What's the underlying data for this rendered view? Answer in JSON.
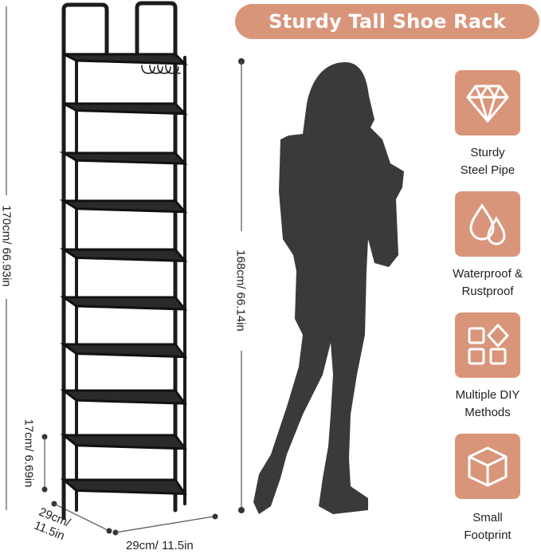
{
  "title": "Sturdy Tall Shoe Rack",
  "dimensions": {
    "rack_height": "170cm/ 66.93in",
    "person_height": "168cm/ 66.14in",
    "shelf_gap": "17cm/ 6.69in",
    "depth": "29cm/ 11.5in",
    "width": "29cm/ 11.5in"
  },
  "features": [
    {
      "icon": "diamond-icon",
      "line1": "Sturdy",
      "line2": "Steel Pipe"
    },
    {
      "icon": "water-drops-icon",
      "line1": "Waterproof &",
      "line2": "Rustproof"
    },
    {
      "icon": "diy-shapes-icon",
      "line1": "Multiple DIY",
      "line2": "Methods"
    },
    {
      "icon": "cube-icon",
      "line1": "Small",
      "line2": "Footprint"
    }
  ],
  "colors": {
    "accent": "#D9957A",
    "silhouette": "#3a3a3a",
    "rack": "#1c1c1c"
  }
}
